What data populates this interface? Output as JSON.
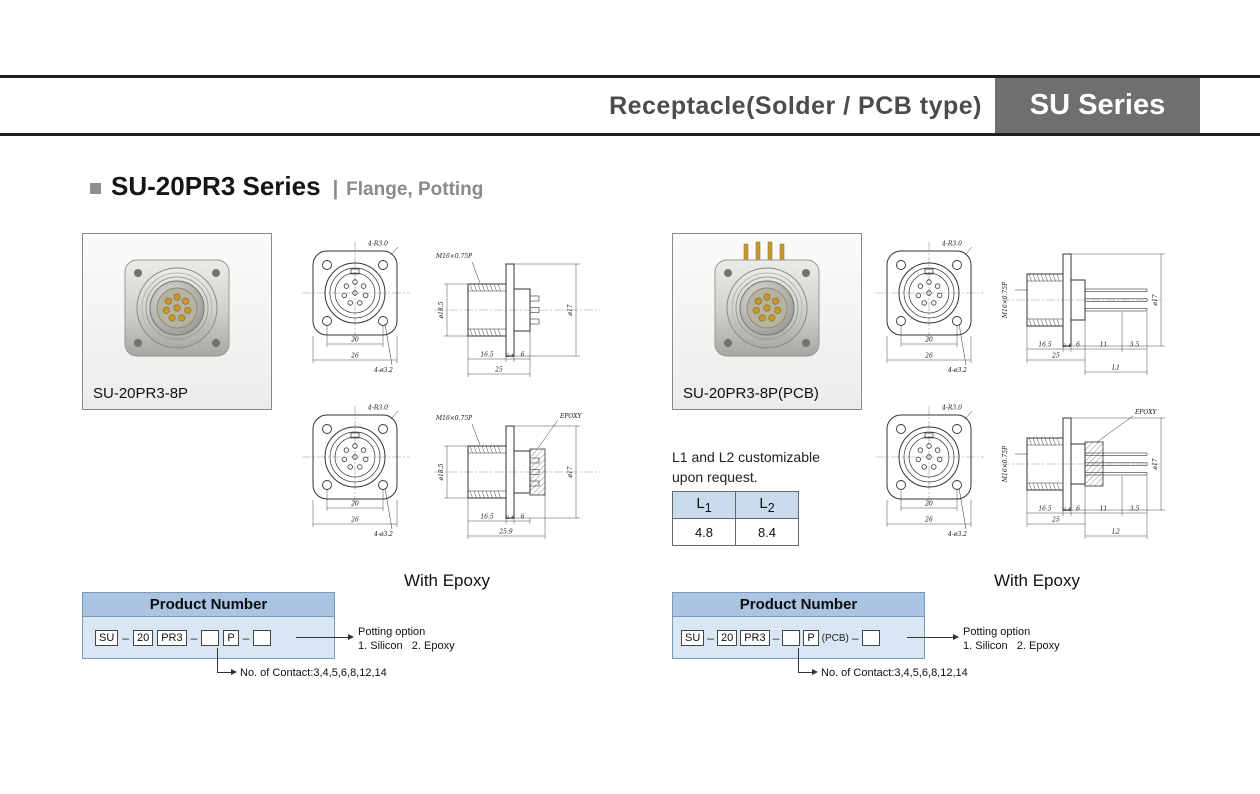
{
  "header": {
    "title": "Receptacle(Solder / PCB type)",
    "series": "SU Series"
  },
  "section": {
    "title": "SU-20PR3 Series",
    "divider": "|",
    "subtitle": "Flange, Potting"
  },
  "left": {
    "photo_label": "SU-20PR3-8P",
    "epoxy_caption": "With Epoxy"
  },
  "right": {
    "photo_label": "SU-20PR3-8P(PCB)",
    "epoxy_caption": "With Epoxy",
    "note_line1": "L1 and L2 customizable",
    "note_line2": "upon request.",
    "ltable": {
      "l1_main": "L",
      "l1_sub": "1",
      "l2_main": "L",
      "l2_sub": "2",
      "v1": "4.8",
      "v2": "8.4"
    }
  },
  "dims": {
    "corner_radius": "4-R3.0",
    "thread": "M16×0.75P",
    "holes": "4-ø3.2",
    "d20": "20",
    "d26": "26",
    "d165": "16.5",
    "d24": "2.4",
    "d6": "6",
    "d25": "25",
    "d259": "25.9",
    "dia185": "ø18.5",
    "dia17": "ø17",
    "d11": "11",
    "d35": "3.5",
    "l1": "L1",
    "l2": "L2",
    "epoxy": "EPOXY"
  },
  "pn_left": {
    "title": "Product Number",
    "boxes": [
      "SU",
      "20",
      "PR3",
      "",
      "P",
      ""
    ],
    "dash": "–",
    "potting_line1": "Potting option",
    "potting_line2": "1. Silicon   2. Epoxy",
    "contacts": "No. of Contact:3,4,5,6,8,12,14"
  },
  "pn_right": {
    "title": "Product Number",
    "boxes": [
      "SU",
      "20",
      "PR3",
      "",
      "P",
      ""
    ],
    "pcb": "(PCB)",
    "dash": "–",
    "potting_line1": "Potting option",
    "potting_line2": "1. Silicon   2. Epoxy",
    "contacts": "No. of Contact:3,4,5,6,8,12,14"
  }
}
